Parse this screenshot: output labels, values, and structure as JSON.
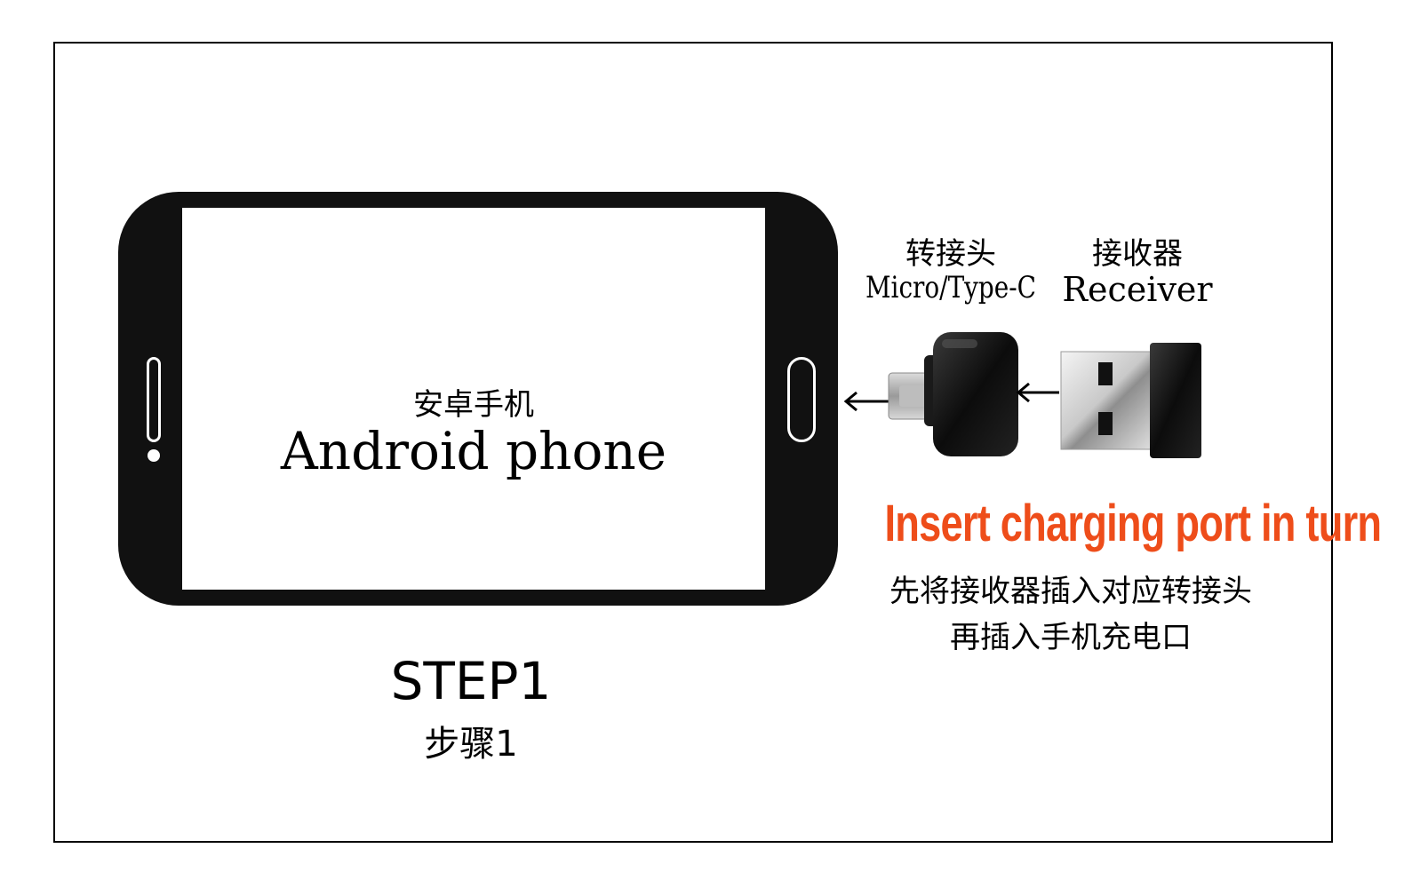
{
  "phone": {
    "label_zh": "安卓手机",
    "label_en": "Android phone"
  },
  "step": {
    "title": "STEP1",
    "title_zh": "步骤1"
  },
  "adapter": {
    "label_zh": "转接头",
    "label_en": "Micro/Type-C"
  },
  "receiver": {
    "label_zh": "接收器",
    "label_en": "Receiver"
  },
  "instruction": {
    "headline": "Insert charging port in turn",
    "line1": "先将接收器插入对应转接头",
    "line2": "再插入手机充电口"
  },
  "colors": {
    "headline": "#ee4d1a",
    "phone_body": "#111111",
    "background": "#ffffff"
  },
  "icons": [
    "arrow-left-icon",
    "otg-adapter-icon",
    "usb-receiver-icon"
  ]
}
